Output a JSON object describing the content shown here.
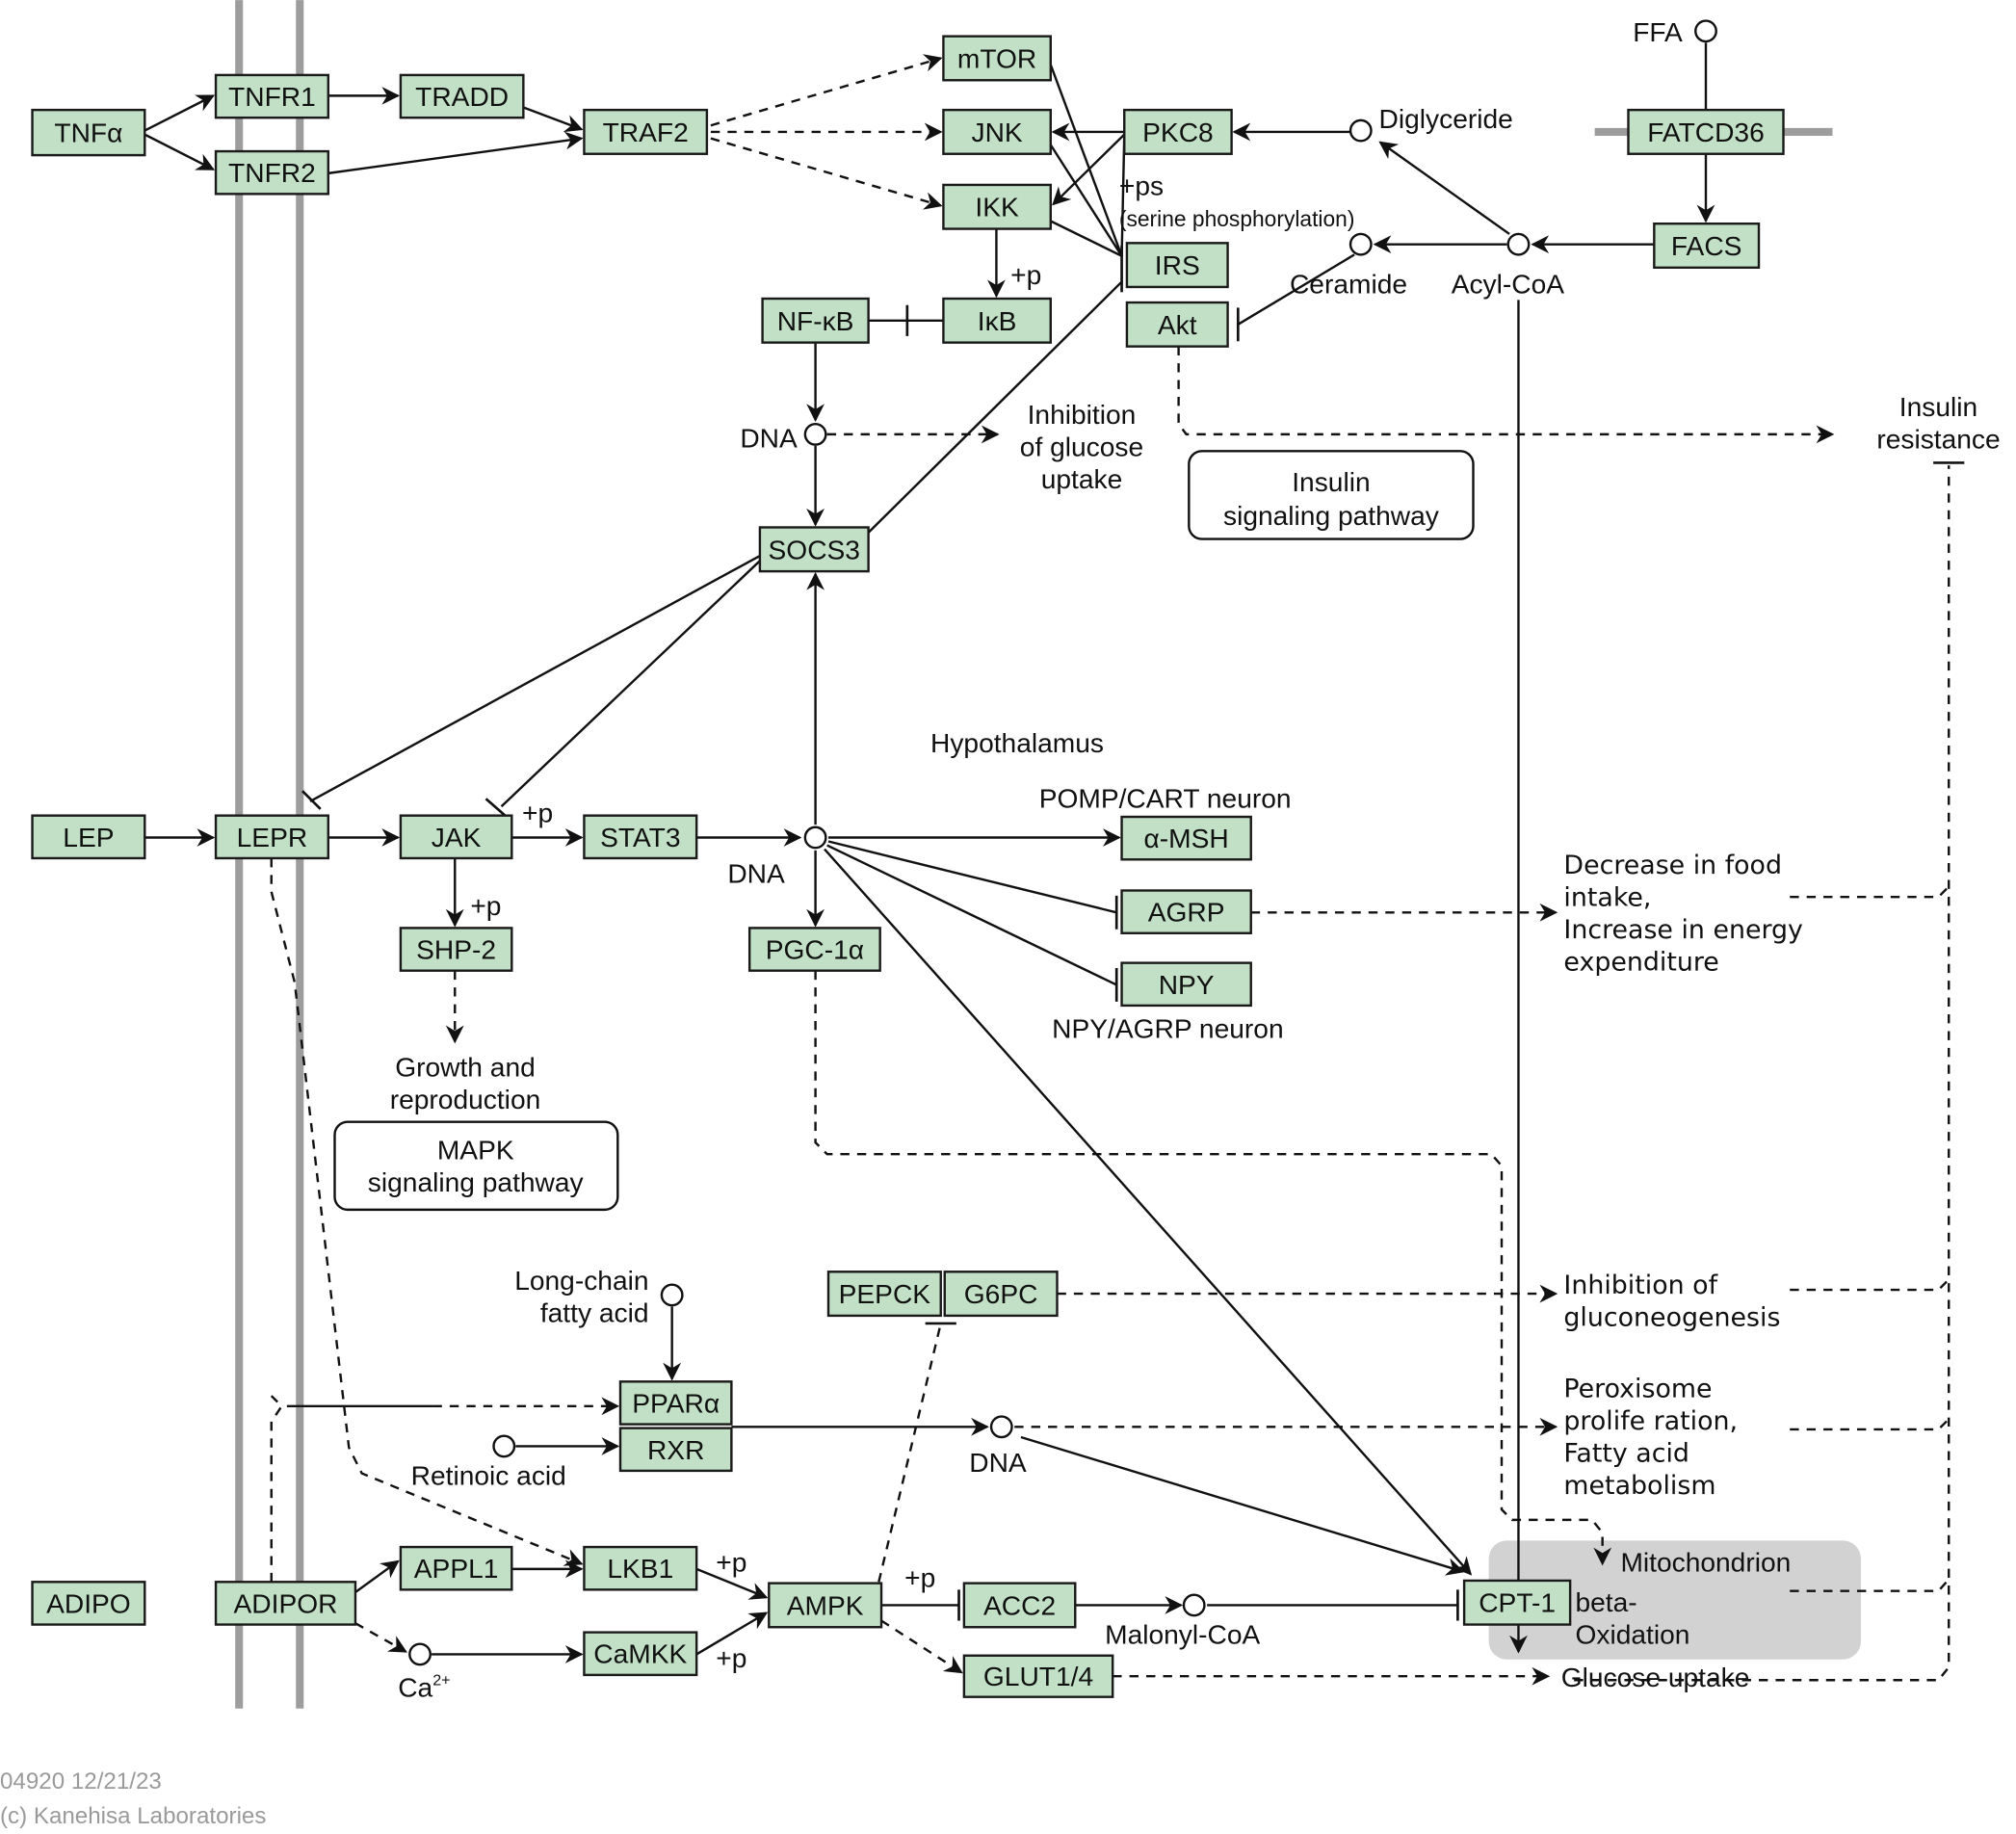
{
  "map": {
    "id_date": "04920 12/21/23",
    "copyright": "(c) Kanehisa Laboratories",
    "colors": {
      "gene_fill": "#c2e0c6",
      "membrane": "#9d9d9d",
      "compartment": "#d2d2d2",
      "footer_text": "#9a9a9a"
    }
  },
  "genes": {
    "tnfa": "TNFα",
    "tnfr1": "TNFR1",
    "tnfr2": "TNFR2",
    "tradd": "TRADD",
    "traf2": "TRAF2",
    "mtor": "mTOR",
    "jnk": "JNK",
    "ikk": "IKK",
    "pkc8": "PKC8",
    "irs": "IRS",
    "akt": "Akt",
    "nfkb": "NF-κB",
    "ikb": "IκB",
    "fatcd36": "FATCD36",
    "facs": "FACS",
    "socs3": "SOCS3",
    "lep": "LEP",
    "lepr": "LEPR",
    "jak": "JAK",
    "stat3": "STAT3",
    "amsh": "α-MSH",
    "agrp": "AGRP",
    "npy": "NPY",
    "shp2": "SHP-2",
    "pgc1a": "PGC-1α",
    "ppara": "PPARα",
    "rxr": "RXR",
    "pepck": "PEPCK",
    "g6pc": "G6PC",
    "adipo": "ADIPO",
    "adipor": "ADIPOR",
    "appl1": "APPL1",
    "lkb1": "LKB1",
    "ampk": "AMPK",
    "camkk": "CaMKK",
    "acc2": "ACC2",
    "glut14": "GLUT1/4",
    "cpt1": "CPT-1"
  },
  "compounds": {
    "ffa": "FFA",
    "diglyceride": "Diglyceride",
    "ceramide": "Ceramide",
    "acylcoa": "Acyl-CoA",
    "dna": "DNA",
    "long_chain_1": "Long-chain",
    "long_chain_2": "fatty acid",
    "retinoic_acid": "Retinoic acid",
    "ca": "Ca",
    "ca_sup": "2+",
    "malonyl_coa": "Malonyl-CoA"
  },
  "annotations": {
    "ps": "+ps",
    "serine_phos": "(serine phosphorylation)",
    "p": "+p",
    "inhib_glucose_1": "Inhibition",
    "inhib_glucose_2": "of glucose",
    "inhib_glucose_3": "uptake",
    "insulin_resistance_1": "Insulin",
    "insulin_resistance_2": "resistance",
    "hypothalamus": "Hypothalamus",
    "pomp_cart": "POMP/CART neuron",
    "npy_agrp": "NPY/AGRP neuron",
    "growth_1": "Growth and",
    "growth_2": "reproduction",
    "food_1": "Decrease in food",
    "food_2": "intake,",
    "food_3": "Increase in energy",
    "food_4": "expenditure",
    "gluconeo_1": "Inhibition of",
    "gluconeo_2": "gluconeogenesis",
    "perox_1": "Peroxisome",
    "perox_2": "prolife ration,",
    "perox_3": "Fatty acid",
    "perox_4": "metabolism",
    "mitochondrion": "Mitochondrion",
    "beta_ox_1": "beta-",
    "beta_ox_2": "Oxidation",
    "glucose_uptake": "Glucose uptake"
  },
  "pathway_links": {
    "insulin_1": "Insulin",
    "insulin_2": "signaling pathway",
    "mapk_1": "MAPK",
    "mapk_2": "signaling pathway"
  }
}
